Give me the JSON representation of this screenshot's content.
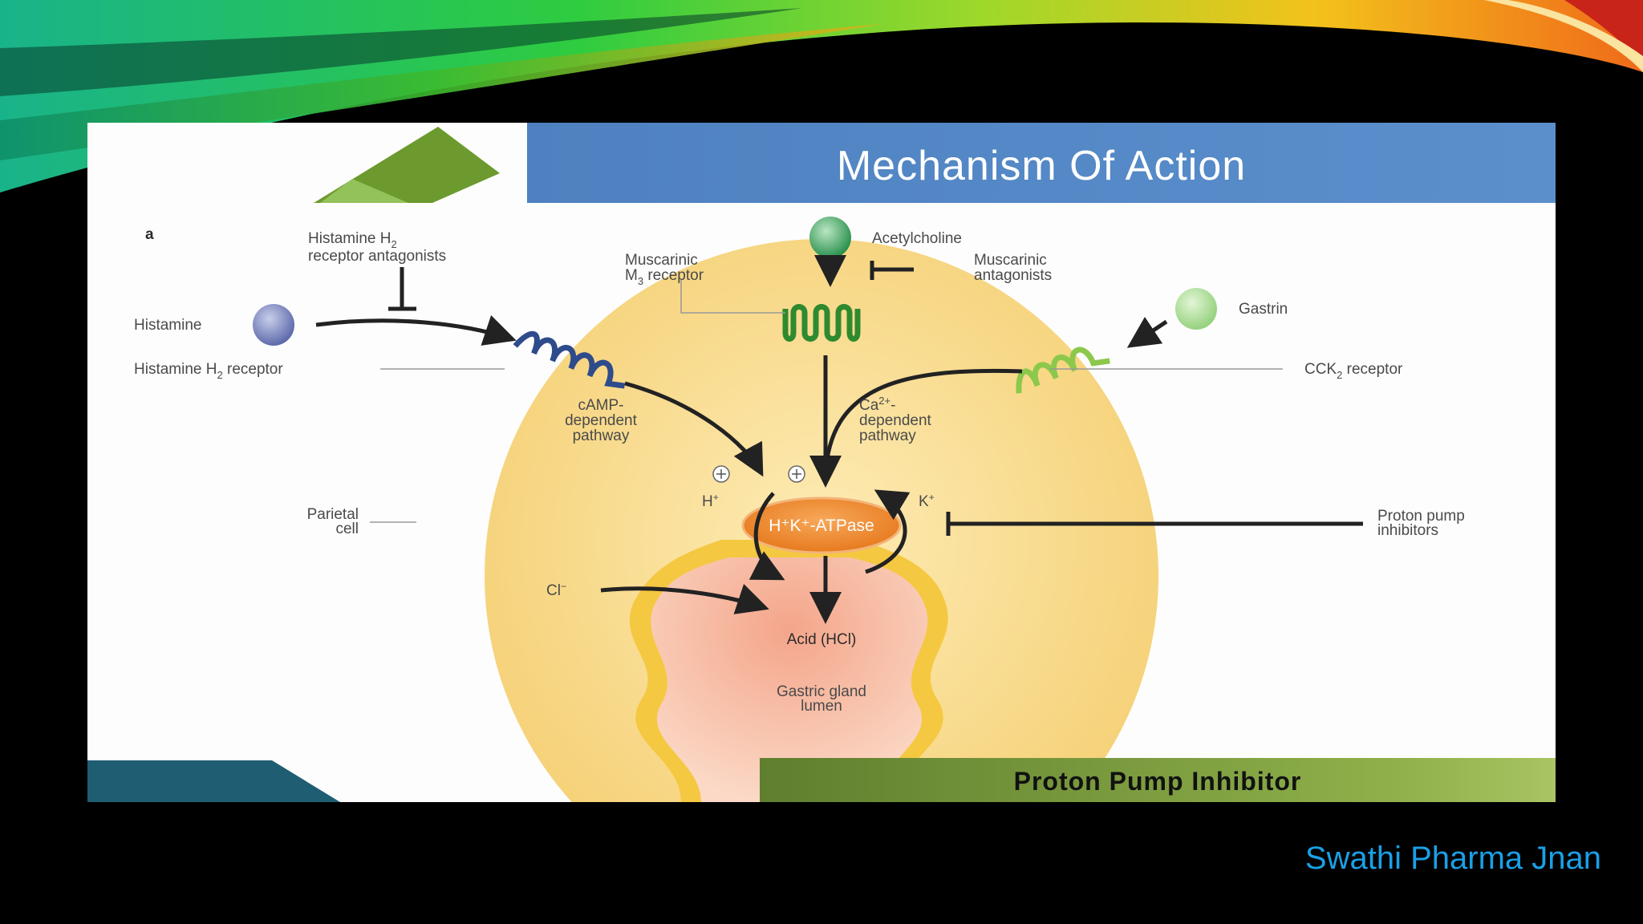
{
  "slide": {
    "title": "Mechanism Of Action",
    "footer": "Proton Pump Inhibitor",
    "watermark": "Swathi Pharma Jnan"
  },
  "diagram": {
    "panel_letter": "a",
    "h2_antagonists_line1": "Histamine H",
    "h2_antagonists_line2": "receptor antagonists",
    "histamine": "Histamine",
    "h2_receptor": "Histamine H",
    "h2_receptor_suffix": "receptor",
    "m3_line1": "Muscarinic",
    "m3_line2": "M",
    "m3_line2_suffix": "receptor",
    "acetylcholine": "Acetylcholine",
    "musc_antag_line1": "Muscarinic",
    "musc_antag_line2": "antagonists",
    "gastrin": "Gastrin",
    "cck2_receptor": "CCK",
    "cck2_suffix": "receptor",
    "camp_line1": "cAMP-",
    "camp_line2": "dependent",
    "camp_line3": "pathway",
    "ca_line1": "Ca",
    "ca_line2": "dependent",
    "ca_line3": "pathway",
    "parietal_line1": "Parietal",
    "parietal_line2": "cell",
    "h_plus": "H",
    "k_plus": "K",
    "atpase": "H⁺K⁺-ATPase",
    "ppi_line1": "Proton pump",
    "ppi_line2": "inhibitors",
    "cl_minus": "Cl",
    "acid": "Acid (HCl)",
    "lumen_line1": "Gastric gland",
    "lumen_line2": "lumen"
  },
  "colors": {
    "title_bar": "#4f81c0",
    "footer_bar": "#8fb04a",
    "cell_fill": "#f7d98a",
    "histamine_receptor": "#2e4b8c",
    "m3_receptor": "#2f8a2f",
    "cck2_receptor": "#8cc84b",
    "atpase": "#f08a2e",
    "watermark": "#1aa0e6"
  }
}
